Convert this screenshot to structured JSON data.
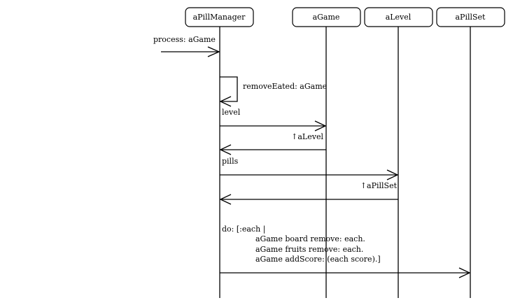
{
  "participants": [
    {
      "id": "pm",
      "label": "aPillManager"
    },
    {
      "id": "game",
      "label": "aGame"
    },
    {
      "id": "level",
      "label": "aLevel"
    },
    {
      "id": "pillset",
      "label": "aPillSet"
    }
  ],
  "messages": [
    {
      "label": "process: aGame",
      "kind": "incoming"
    },
    {
      "label": "removeEated: aGame",
      "kind": "self"
    },
    {
      "label": "level",
      "kind": "call"
    },
    {
      "label": "↑aLevel",
      "kind": "return"
    },
    {
      "label": "pills",
      "kind": "call"
    },
    {
      "label": "↑aPillSet",
      "kind": "return"
    },
    {
      "label_lines": [
        "do: [:each |",
        "aGame board remove: each.",
        "aGame fruits remove: each.",
        "aGame addScore: (each score).]"
      ],
      "kind": "call"
    }
  ]
}
